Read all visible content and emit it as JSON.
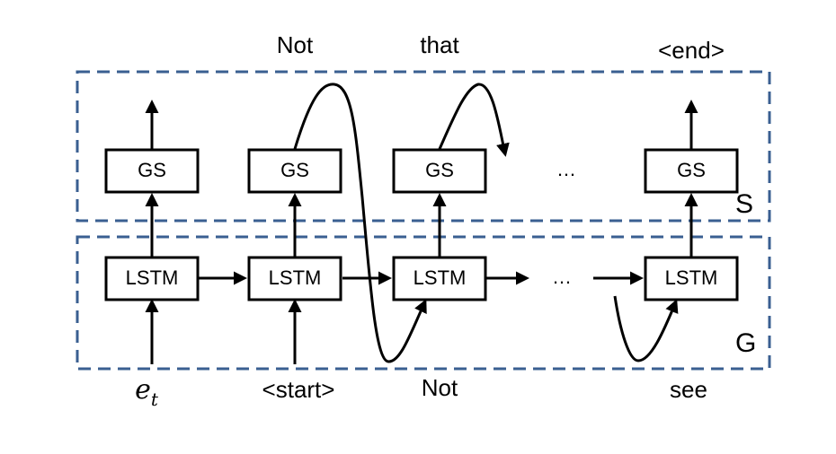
{
  "colors": {
    "region_border": "#3a5f91",
    "stroke": "#000000",
    "background": "#ffffff"
  },
  "regions": {
    "s_label": "S",
    "g_label": "G"
  },
  "gs_boxes": [
    "GS",
    "GS",
    "GS",
    "GS"
  ],
  "lstm_boxes": [
    "LSTM",
    "LSTM",
    "LSTM",
    "LSTM"
  ],
  "top_words": [
    "Not",
    "that",
    "<end>"
  ],
  "bottom_inputs": {
    "first_symbol": "e",
    "first_subscript": "t",
    "words": [
      "<start>",
      "Not",
      "see"
    ]
  },
  "ellipsis": [
    "…",
    "…"
  ]
}
